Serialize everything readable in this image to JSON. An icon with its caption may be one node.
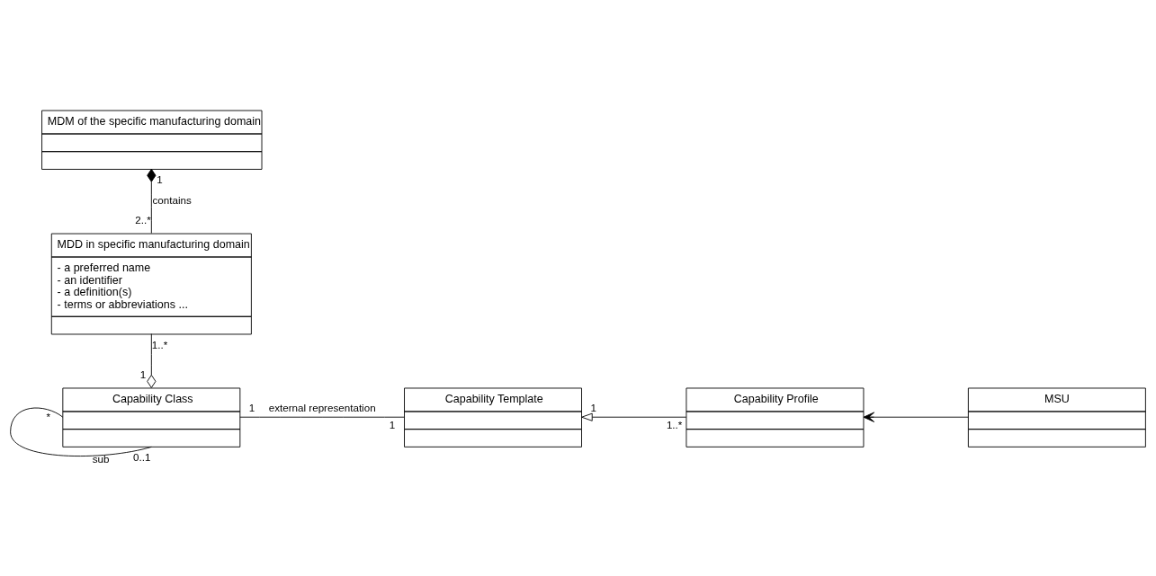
{
  "diagram": {
    "nodes": [
      {
        "text": [
          "MDM of the specific manufacturing domain"
        ]
      },
      {
        "text": [
          "MDD in specific manufacturing domain",
          "- a preferred name",
          "- an identifier",
          "- a definition(s)",
          "- terms or abbreviations ..."
        ]
      },
      {
        "text": [
          "Capability Class"
        ]
      },
      {
        "text": [
          "Capability Template"
        ]
      },
      {
        "text": [
          "Capability Profile"
        ]
      },
      {
        "text": [
          "MSU"
        ]
      }
    ],
    "edges": [
      {
        "from": 0,
        "to": 1,
        "arrow": "other",
        "label": "contains"
      },
      {
        "from": 2,
        "to": 1,
        "arrow": "other"
      },
      {
        "from": 2,
        "to": 2,
        "arrow": "none",
        "label": "sub"
      },
      {
        "from": 2,
        "to": 3,
        "arrow": "none",
        "label": "external representation"
      },
      {
        "from": 4,
        "to": 3,
        "arrow": "to"
      },
      {
        "from": 5,
        "to": 4,
        "arrow": "to"
      }
    ],
    "labels": [
      "1",
      "2..*",
      "1..*",
      "1",
      "*",
      "1",
      "1",
      "1",
      "1..*",
      "0..1"
    ]
  }
}
